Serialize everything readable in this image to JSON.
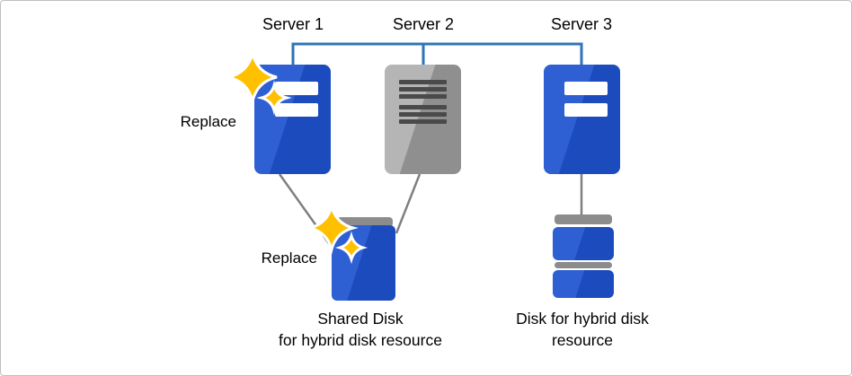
{
  "servers": [
    {
      "label": "Server 1"
    },
    {
      "label": "Server 2"
    },
    {
      "label": "Server 3"
    }
  ],
  "annotations": {
    "replace_server": "Replace",
    "replace_disk": "Replace"
  },
  "shared_disk": {
    "caption_line1": "Shared Disk",
    "caption_line2": "for hybrid disk resource"
  },
  "hybrid_disk": {
    "caption_line1": "Disk for hybrid disk",
    "caption_line2": "resource"
  },
  "icons": {
    "sparkle_server1": "sparkle-icon",
    "sparkle_shared_disk": "sparkle-icon"
  },
  "colors": {
    "server_blue": "#1c4bbe",
    "server_blue_light": "#2e5fd3",
    "server_gray": "#8f8f8f",
    "server_gray_light": "#b5b5b5",
    "stripe_dark": "#4a4a4a",
    "connector_blue": "#2e75b6",
    "connector_gray": "#808080",
    "sparkle_gold": "#ffc000",
    "disk_gray": "#8c8c8c",
    "text": "#000000",
    "background": "#ffffff",
    "border": "#bfbfbf"
  }
}
